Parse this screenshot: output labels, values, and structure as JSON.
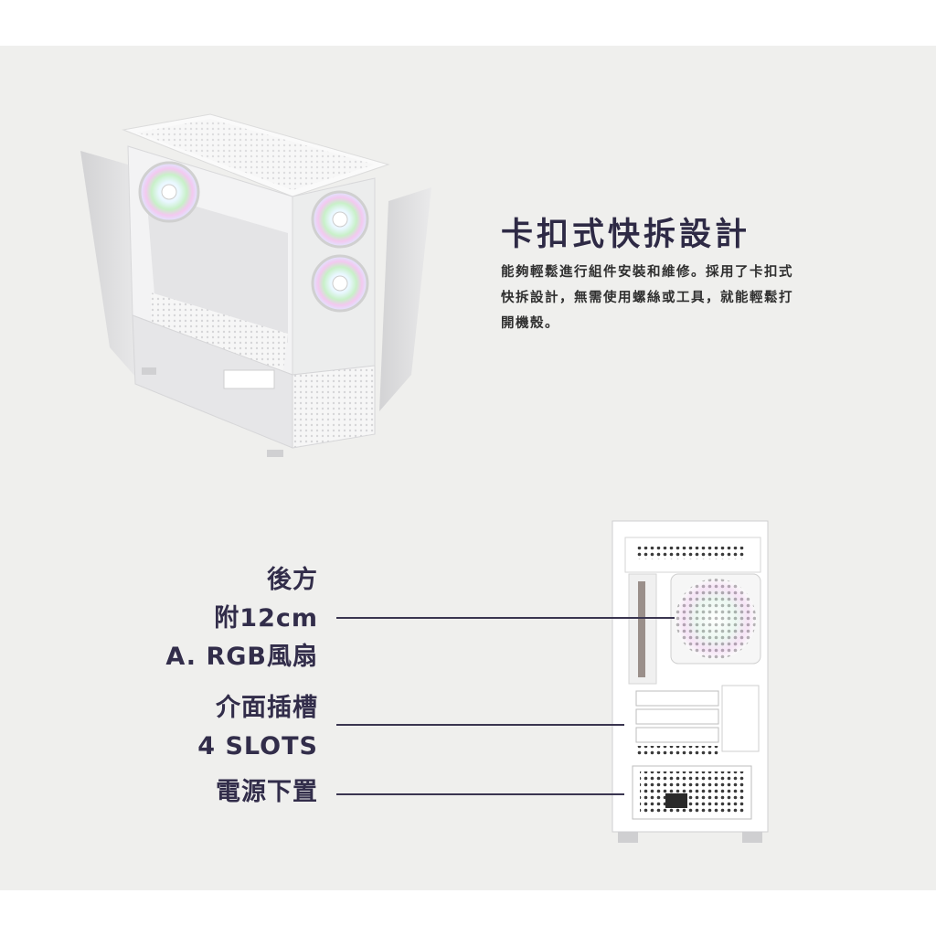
{
  "feature": {
    "title": "卡扣式快拆設計",
    "desc_lines": [
      "能夠輕鬆進行組件安裝和維修。採用了卡扣式",
      "快拆設計，無需使用螺絲或工具，就能輕鬆打",
      "開機殼。"
    ]
  },
  "callouts": {
    "rear_fan": [
      "後方",
      "附12cm",
      "A. RGB風扇"
    ],
    "slots": [
      "介面插槽",
      "4 SLOTS"
    ],
    "psu": [
      "電源下置"
    ]
  },
  "colors": {
    "panel_bg": "#efefed",
    "title_text": "#2e2a45",
    "line": "#3a3550",
    "case_white": "#ffffff"
  }
}
